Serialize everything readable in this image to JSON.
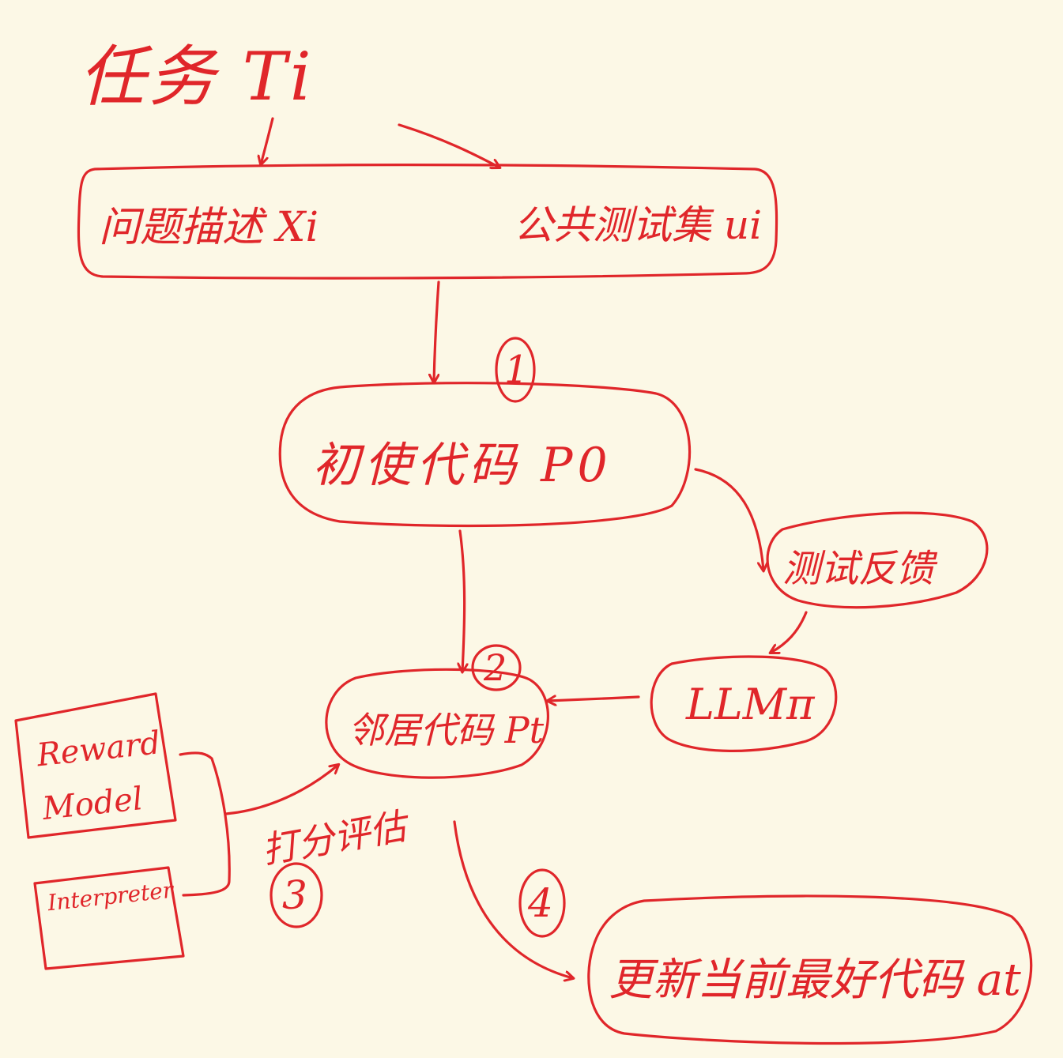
{
  "title": "任务 Ti",
  "nodes": {
    "problem_description": "问题描述 Xi",
    "public_tests": "公共测试集 ui",
    "initial_code": "初使代码 P0",
    "test_feedback": "测试反馈",
    "llm": "LLMπ",
    "neighbor_code": "邻居代码 Pt",
    "reward_model": "Reward Model",
    "interpreter": "Interpreter",
    "best_code": "更新当前最好代码 at"
  },
  "edge_labels": {
    "scoring": "打分评估"
  },
  "steps": [
    "1",
    "2",
    "3",
    "4"
  ],
  "colors": {
    "ink": "#e0262a",
    "paper": "#fcf8e6"
  }
}
